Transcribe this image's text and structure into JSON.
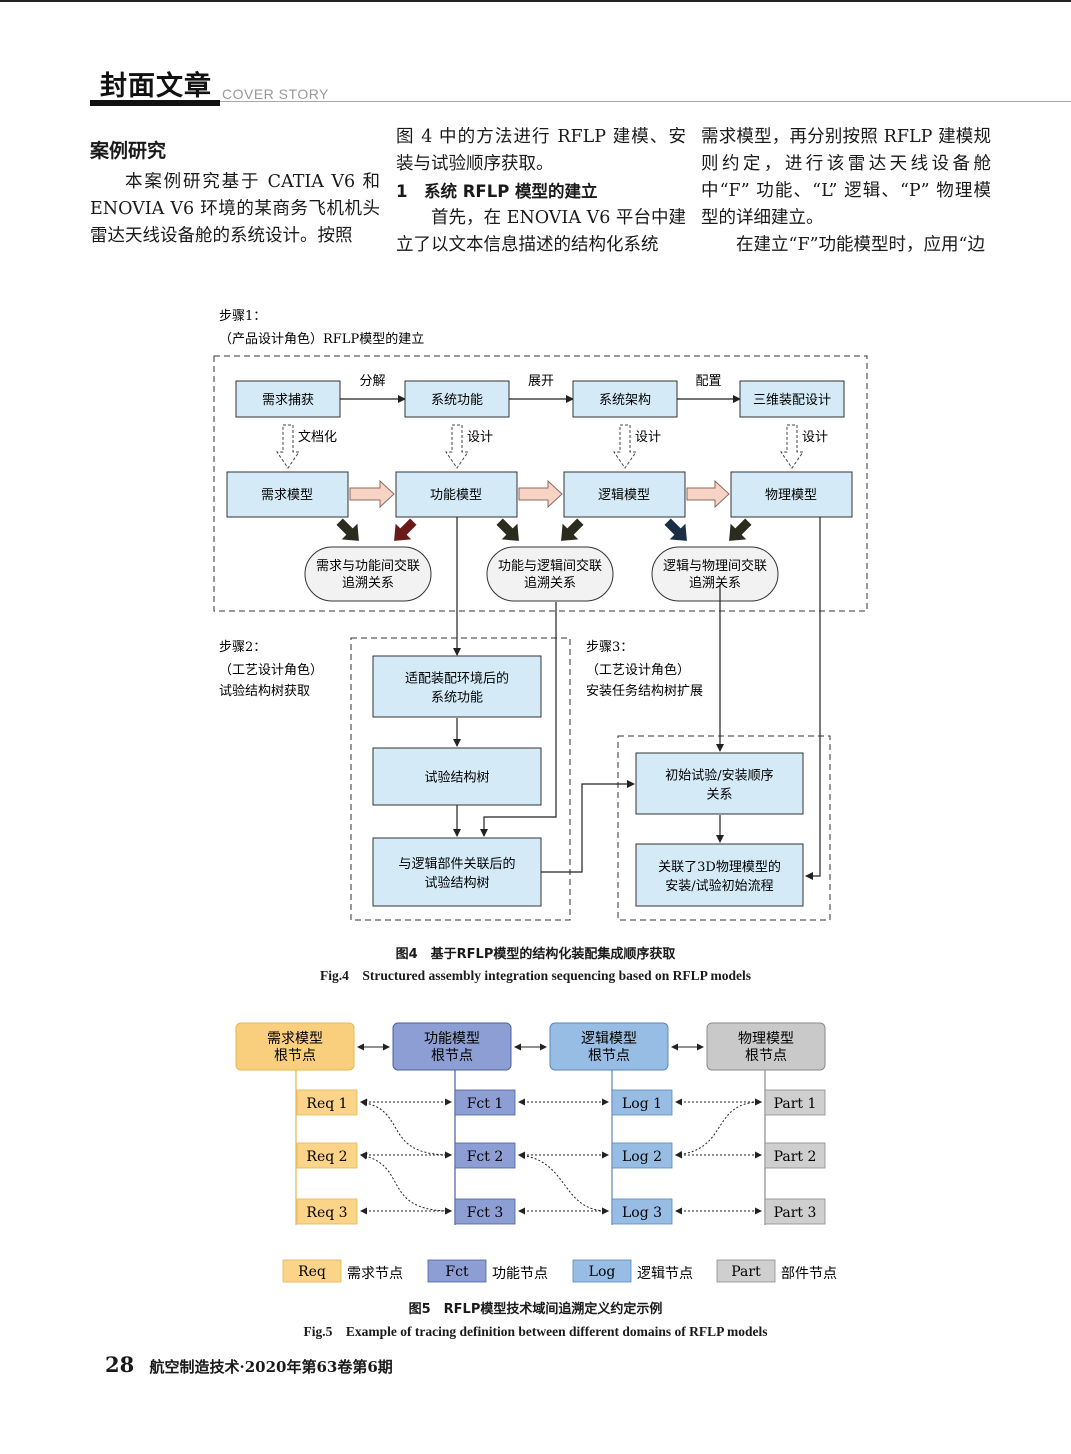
{
  "header": {
    "title": "封面文章",
    "subtitle": "COVER STORY"
  },
  "body": {
    "col1": {
      "section_heading": "案例研究",
      "para": "本案例研究基于 CATIA V6 和 ENOVIA V6 环境的某商务飞机机头雷达天线设备舱的系统设计。按照"
    },
    "col2": {
      "para1": "图 4 中的方法进行 RFLP 建模、安装与试验顺序获取。",
      "subheading": "1　系统 RFLP 模型的建立",
      "para2": "首先，在 ENOVIA V6 平台中建立了以文本信息描述的结构化系统"
    },
    "col3": {
      "para1": "需求模型，再分别按照 RFLP 建模规则约定，进行该雷达天线设备舱中“F” 功能、“L” 逻辑、“P” 物理模型的详细建立。",
      "para2": "在建立“F”功能模型时，应用“边"
    }
  },
  "fig4": {
    "step1_line1": "步骤1：",
    "step1_line2": "（产品设计角色）RFLP模型的建立",
    "top_boxes": [
      "需求捕获",
      "系统功能",
      "系统架构",
      "三维装配设计"
    ],
    "top_arrow_labels": [
      "分解",
      "展开",
      "配置"
    ],
    "down_labels": [
      "文档化",
      "设计",
      "设计",
      "设计"
    ],
    "model_boxes": [
      "需求模型",
      "功能模型",
      "逻辑模型",
      "物理模型"
    ],
    "trace_ovals": [
      {
        "line1": "需求与功能间交联",
        "line2": "追溯关系"
      },
      {
        "line1": "功能与逻辑间交联",
        "line2": "追溯关系"
      },
      {
        "line1": "逻辑与物理间交联",
        "line2": "追溯关系"
      }
    ],
    "step2": [
      "步骤2：",
      "（工艺设计角色）",
      "试验结构树获取"
    ],
    "step3": [
      "步骤3：",
      "（工艺设计角色）",
      "安装任务结构树扩展"
    ],
    "step2_boxes": [
      {
        "line1": "适配装配环境后的",
        "line2": "系统功能"
      },
      {
        "line1": "试验结构树",
        "line2": ""
      },
      {
        "line1": "与逻辑部件关联后的",
        "line2": "试验结构树"
      }
    ],
    "step3_boxes": [
      {
        "line1": "初始试验/安装顺序",
        "line2": "关系"
      },
      {
        "line1": "关联了3D物理模型的",
        "line2": "安装/试验初始流程"
      }
    ],
    "colors": {
      "box_fill": "#d4eaf7",
      "pink_arrow": "#f7d3c5",
      "dark_arrow": "#2b2b1e",
      "red_arrow": "#6b1a1a",
      "blue_arrow": "#1b2e45"
    },
    "caption_cn": "图4　基于RFLP模型的结构化装配集成顺序获取",
    "caption_en": "Fig.4　Structured assembly integration sequencing based on RFLP models"
  },
  "fig5": {
    "roots": [
      {
        "line1": "需求模型",
        "line2": "根节点",
        "color": "#f9cf7e"
      },
      {
        "line1": "功能模型",
        "line2": "根节点",
        "color": "#8c9ed3"
      },
      {
        "line1": "逻辑模型",
        "line2": "根节点",
        "color": "#98bde4"
      },
      {
        "line1": "物理模型",
        "line2": "根节点",
        "color": "#c9c9c9"
      }
    ],
    "nodes": [
      [
        "Req 1",
        "Req 2",
        "Req 3"
      ],
      [
        "Fct 1",
        "Fct 2",
        "Fct 3"
      ],
      [
        "Log 1",
        "Log 2",
        "Log 3"
      ],
      [
        "Part 1",
        "Part 2",
        "Part 3"
      ]
    ],
    "legend": [
      {
        "key": "Req",
        "label": "需求节点"
      },
      {
        "key": "Fct",
        "label": "功能节点"
      },
      {
        "key": "Log",
        "label": "逻辑节点"
      },
      {
        "key": "Part",
        "label": "部件节点"
      }
    ],
    "caption_cn": "图5　RFLP模型技术域间追溯定义约定示例",
    "caption_en": "Fig.5　Example of tracing definition between different domains of RFLP models"
  },
  "footer": {
    "page": "28",
    "journal": "航空制造技术·2020年第63卷第6期"
  }
}
